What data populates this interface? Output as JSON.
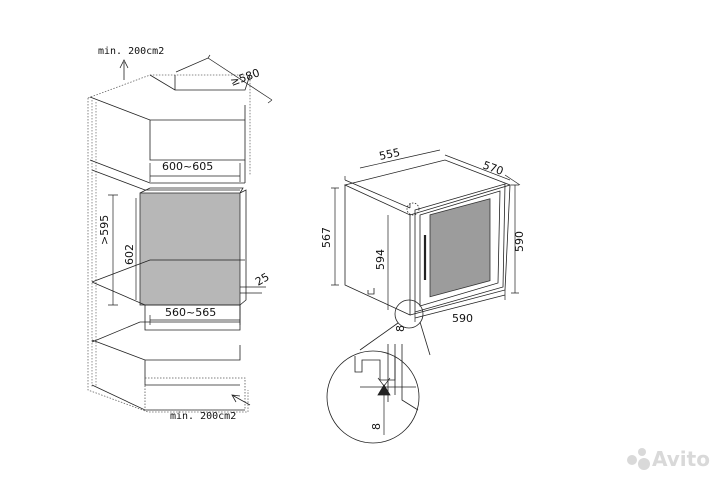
{
  "left_drawing": {
    "vent_top": "min. 200cm2",
    "depth": "≥580",
    "width_range": "600~605",
    "cavity_height": ">595",
    "door_height": "602",
    "offset": "25",
    "lower_width": "560~565",
    "vent_bottom": "min. 200cm2"
  },
  "right_drawing": {
    "width": "555",
    "depth": "570",
    "left_height": "567",
    "front_height": "590",
    "door_height": "594",
    "bottom_depth": "590",
    "gap_small": "8",
    "gap_detail": "8"
  },
  "watermark": "Avito"
}
